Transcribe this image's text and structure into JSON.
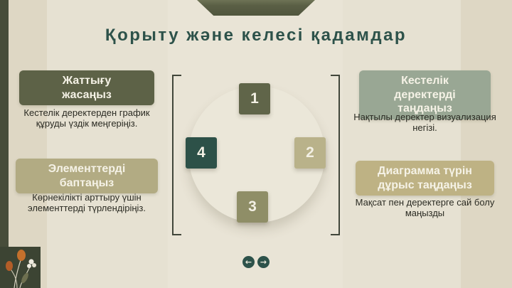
{
  "title": "Қорыту және келесі қадамдар",
  "left_column": [
    {
      "heading": "Жаттығу жасаңыз",
      "body": "Кестелік деректерден график құруды үздік меңгеріңіз."
    },
    {
      "heading": "Элементтерді баптаңыз",
      "body": "Көрнекілікті арттыру үшін элементтерді түрлендіріңіз."
    }
  ],
  "right_column": [
    {
      "heading": "Кестелік деректерді таңдаңыз",
      "body": "Нақтылы деректер визуализация негізі."
    },
    {
      "heading": "Диаграмма түрін дұрыс таңдаңыз",
      "body": "Мақсат пен деректерге сай болу маңызды"
    }
  ],
  "cycle": {
    "step1": "1",
    "step2": "2",
    "step3": "3",
    "step4": "4"
  },
  "navigation": {
    "prev_arrow": "←",
    "next_arrow": "→"
  },
  "colors": {
    "background": "#e6e1d2",
    "left_strip": "#474d3a",
    "dark_olive": "#5d6247",
    "tan": "#b2ab83",
    "sage": "#99a794",
    "gold": "#beb284",
    "olive": "#8f8e67",
    "dark_teal": "#2d5148",
    "title_text": "#2d524a"
  }
}
